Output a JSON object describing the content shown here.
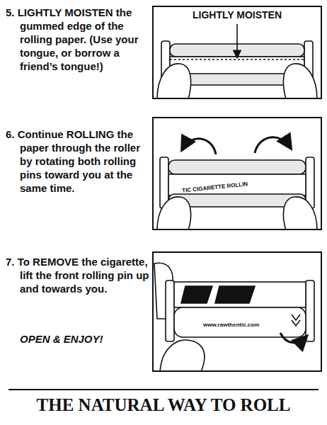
{
  "diagram": {
    "title": "THE NATURAL WAY TO ROLL",
    "nodes": [
      {
        "text": [
          "LIGHTLY MOISTEN"
        ]
      },
      {
        "text": [
          "TIC CIGARETTE ROLLIN"
        ]
      },
      {
        "text": [
          "www.rawthentic.com"
        ]
      }
    ],
    "labels": [
      "5. LIGHTLY MOISTEN the gummed edge of the rolling paper. (Use your tongue, or borrow a friend’s tongue!)",
      "6. Continue ROLLING the paper through the roller by rotating both rolling pins toward you at the same time.",
      "7. To REMOVE the cigarette, lift the front rolling pin up and towards you.",
      "OPEN & ENJOY!"
    ]
  }
}
